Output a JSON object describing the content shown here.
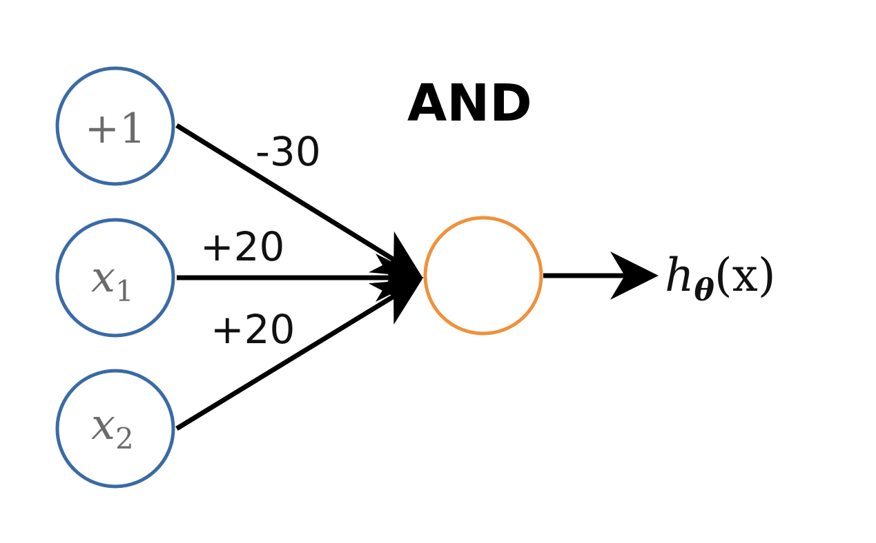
{
  "diagram": {
    "title": "AND",
    "colors": {
      "input_node": "#3a6aa6",
      "output_node": "#f0913a",
      "edge": "#000000"
    },
    "inputs": [
      {
        "label_main": "+1",
        "label_sub": ""
      },
      {
        "label_main": "x",
        "label_sub": "1"
      },
      {
        "label_main": "x",
        "label_sub": "2"
      }
    ],
    "weights": [
      "-30",
      "+20",
      "+20"
    ],
    "output": {
      "h": "h",
      "theta": "θ",
      "arg": "(x)"
    }
  }
}
